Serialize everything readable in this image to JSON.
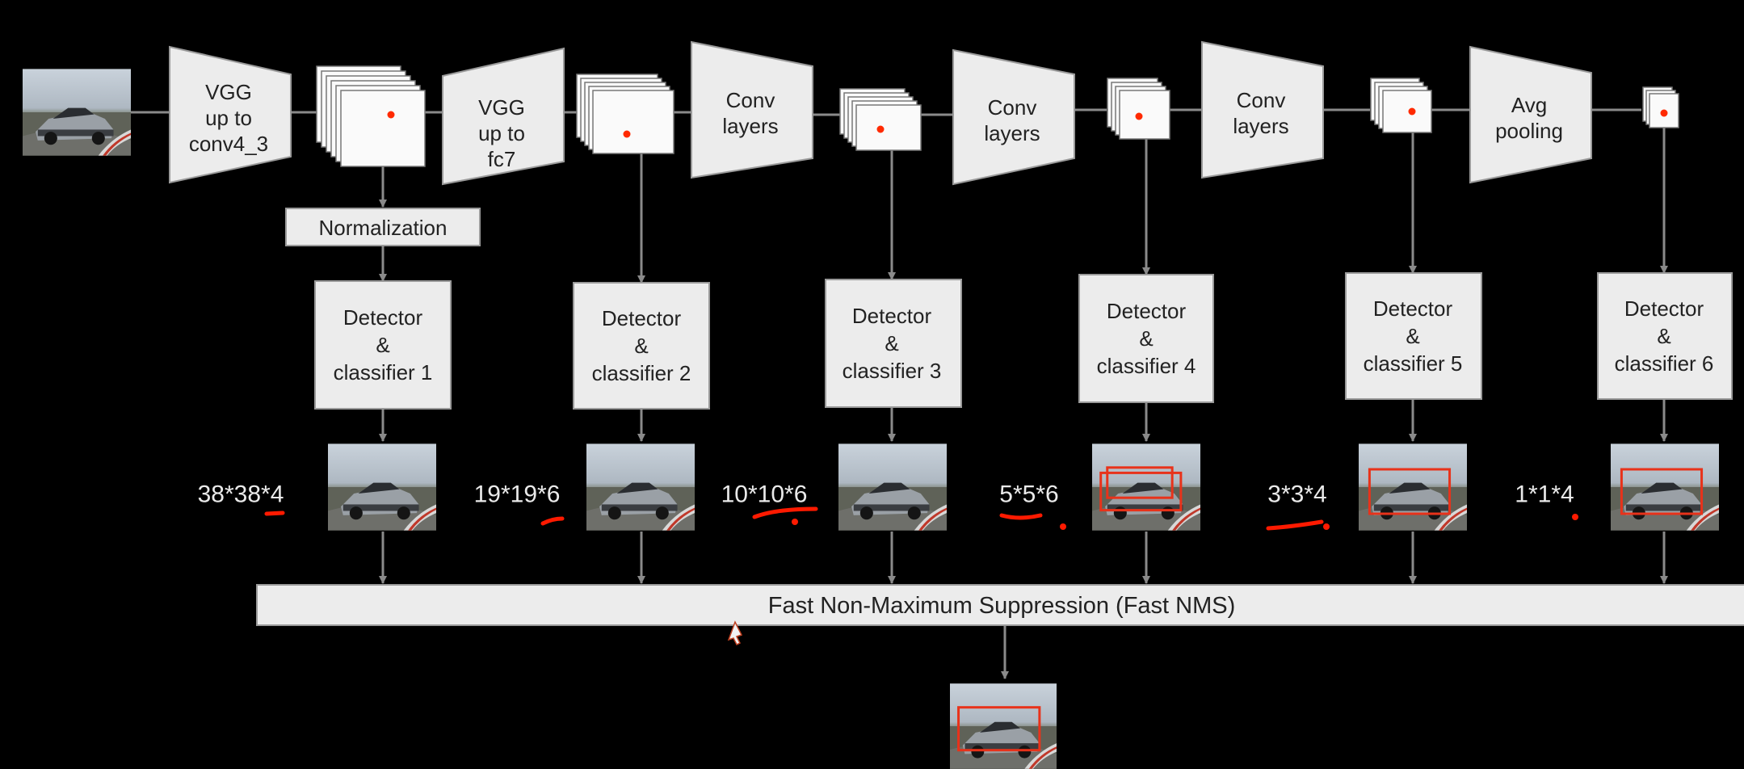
{
  "backbone": [
    {
      "id": "vgg1",
      "lines": [
        "VGG",
        "up to",
        "conv4_3"
      ]
    },
    {
      "id": "vgg2",
      "lines": [
        "VGG",
        "up to",
        "fc7"
      ]
    },
    {
      "id": "conv1",
      "lines": [
        "Conv",
        "layers"
      ]
    },
    {
      "id": "conv2",
      "lines": [
        "Conv",
        "layers"
      ]
    },
    {
      "id": "conv3",
      "lines": [
        "Conv",
        "layers"
      ]
    },
    {
      "id": "avgpool",
      "lines": [
        "Avg",
        "pooling"
      ]
    }
  ],
  "normalization": {
    "label": "Normalization"
  },
  "detectors": [
    {
      "lines": [
        "Detector",
        "&",
        "classifier 1"
      ],
      "output": "38*38*4"
    },
    {
      "lines": [
        "Detector",
        "&",
        "classifier 2"
      ],
      "output": "19*19*6"
    },
    {
      "lines": [
        "Detector",
        "&",
        "classifier 3"
      ],
      "output": "10*10*6"
    },
    {
      "lines": [
        "Detector",
        "&",
        "classifier 4"
      ],
      "output": "5*5*6"
    },
    {
      "lines": [
        "Detector",
        "&",
        "classifier 5"
      ],
      "output": "3*3*4"
    },
    {
      "lines": [
        "Detector",
        "&",
        "classifier 6"
      ],
      "output": "1*1*4"
    }
  ],
  "nms": {
    "label": "Fast Non-Maximum  Suppression (Fast NMS)"
  },
  "colors": {
    "background": "#000000",
    "box": "#ececec",
    "arrow": "#8a8a8a",
    "annotation": "#ff1a00",
    "detection_box": "#e8321a"
  }
}
